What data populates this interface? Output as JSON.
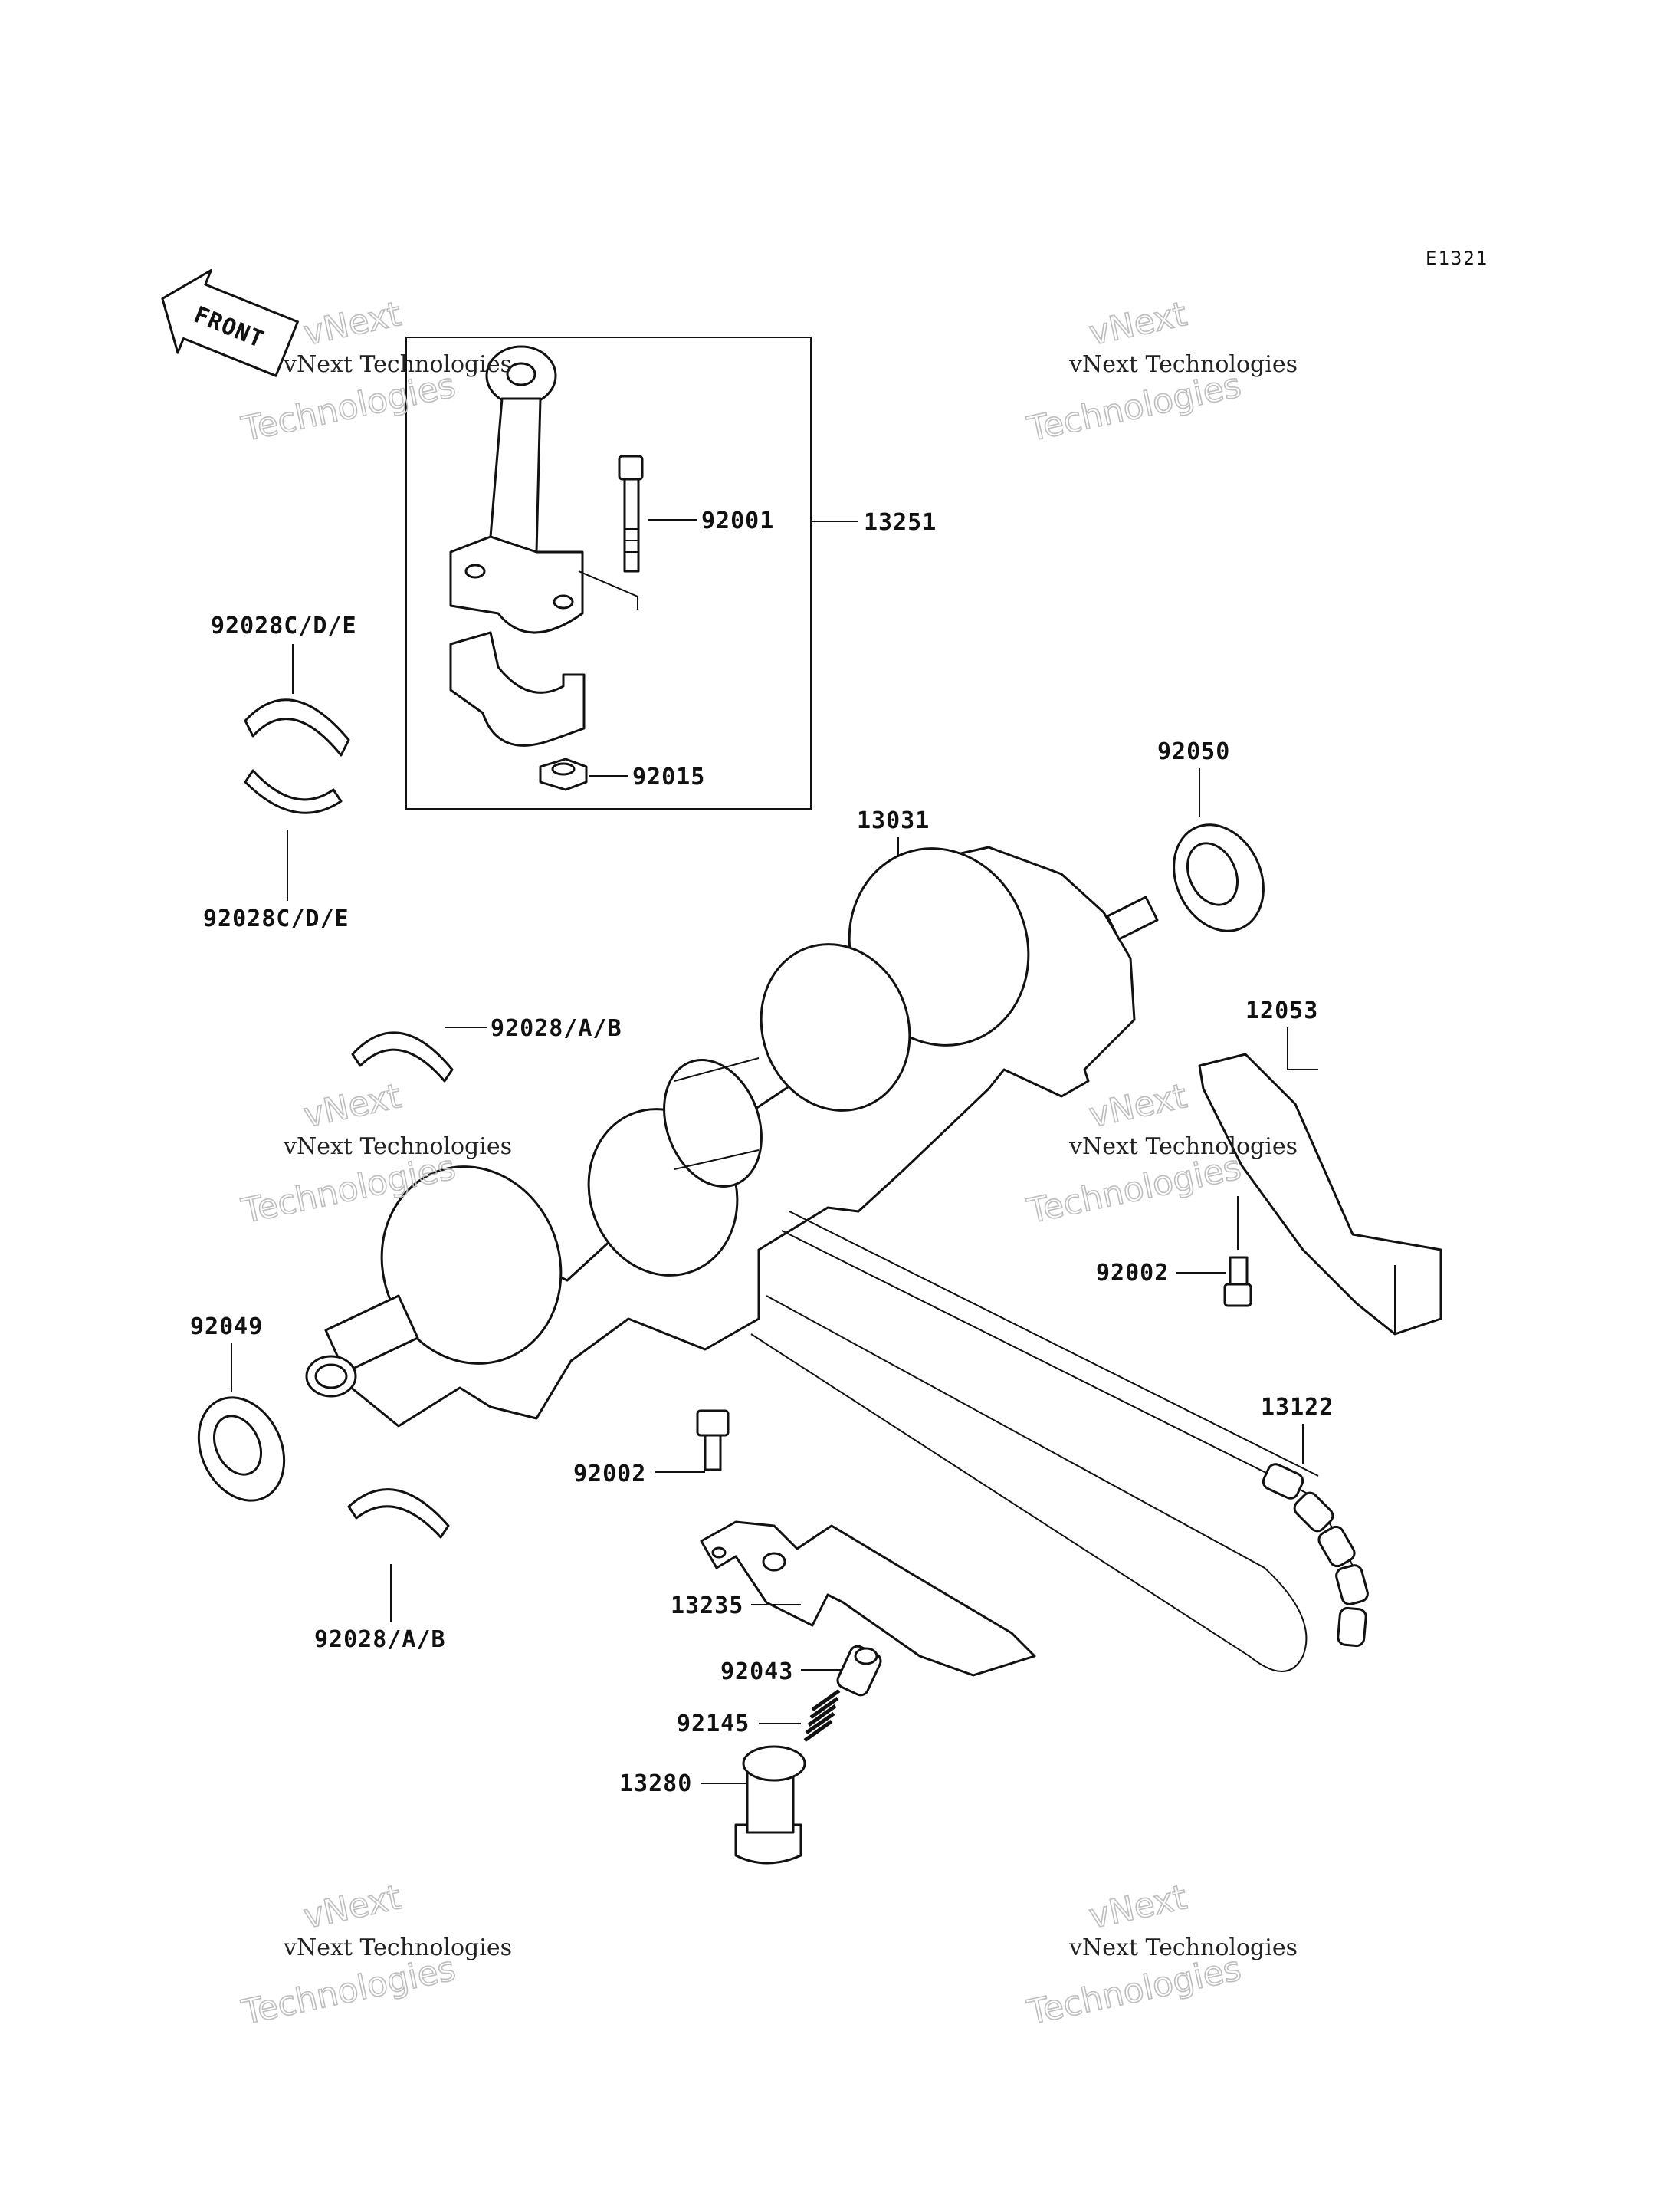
{
  "diagram": {
    "code": "E1321",
    "front_label": "FRONT",
    "watermark": {
      "line1": "vNext Technologies",
      "line2a": "vNext",
      "line2b": "Technologies"
    },
    "labels": {
      "p13251": "13251",
      "p92001": "92001",
      "p92015": "92015",
      "p92028cde_top": "92028C/D/E",
      "p92028cde_bottom": "92028C/D/E",
      "p92050": "92050",
      "p13031": "13031",
      "p92028ab_top": "92028/A/B",
      "p12053": "12053",
      "p92002_right": "92002",
      "p92049": "92049",
      "p13122": "13122",
      "p92002_left": "92002",
      "p13235": "13235",
      "p92043": "92043",
      "p92145": "92145",
      "p13280": "13280",
      "p92028ab_bottom": "92028/A/B"
    }
  }
}
